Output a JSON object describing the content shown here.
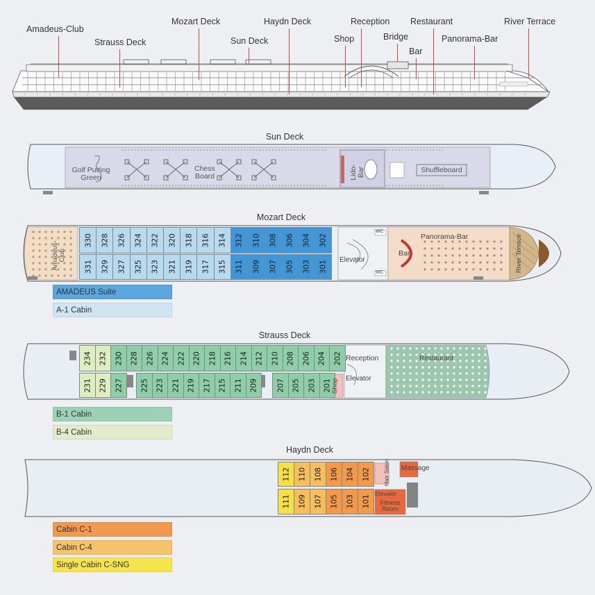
{
  "profile": {
    "callouts": [
      {
        "name": "callout-amadeus-club",
        "label": "Amadeus-Club"
      },
      {
        "name": "callout-strauss-deck",
        "label": "Strauss Deck"
      },
      {
        "name": "callout-mozart-deck",
        "label": "Mozart Deck"
      },
      {
        "name": "callout-sun-deck",
        "label": "Sun Deck"
      },
      {
        "name": "callout-haydn-deck",
        "label": "Haydn Deck"
      },
      {
        "name": "callout-shop",
        "label": "Shop"
      },
      {
        "name": "callout-reception",
        "label": "Reception"
      },
      {
        "name": "callout-bridge",
        "label": "Bridge"
      },
      {
        "name": "callout-bar",
        "label": "Bar"
      },
      {
        "name": "callout-restaurant",
        "label": "Restaurant"
      },
      {
        "name": "callout-panorama-bar",
        "label": "Panorama-Bar"
      },
      {
        "name": "callout-river-terrace",
        "label": "River Terrace"
      }
    ]
  },
  "sun_deck": {
    "title": "Sun Deck",
    "golf": "Golf Putting Green",
    "chess": "Chess Board",
    "lido": "Lido-Bar",
    "shuffle": "Shuffleboard"
  },
  "mozart_deck": {
    "title": "Mozart Deck",
    "club": "Amadeus-Club",
    "top_row": [
      "330",
      "328",
      "326",
      "324",
      "322",
      "320",
      "318",
      "316",
      "314",
      "312",
      "310",
      "308",
      "306",
      "304",
      "302"
    ],
    "bottom_row": [
      "331",
      "329",
      "327",
      "325",
      "323",
      "321",
      "319",
      "317",
      "315",
      "311",
      "309",
      "307",
      "305",
      "303",
      "301"
    ],
    "elevator": "Elevator",
    "bar": "Bar",
    "panorama": "Panorama-Bar",
    "terrace": "River Terrace",
    "wc": "WC"
  },
  "strauss_deck": {
    "title": "Strauss Deck",
    "top_row": [
      "234",
      "232",
      "230",
      "228",
      "226",
      "224",
      "222",
      "220",
      "218",
      "216",
      "214",
      "212",
      "210",
      "208",
      "206",
      "204",
      "202"
    ],
    "bottom_row": [
      "231",
      "229",
      "227",
      "225",
      "223",
      "221",
      "219",
      "217",
      "215",
      "211",
      "209",
      "207",
      "205",
      "203",
      "201"
    ],
    "reception": "Reception",
    "elevator": "Elevator",
    "shop": "Shop",
    "restaurant": "Restaurant"
  },
  "haydn_deck": {
    "title": "Haydn Deck",
    "top_row": [
      "112",
      "110",
      "108",
      "106",
      "104",
      "102"
    ],
    "bottom_row": [
      "111",
      "109",
      "107",
      "105",
      "103",
      "101"
    ],
    "hair": "Hair Salon",
    "massage": "Massage",
    "elevator": "Elevator",
    "fitness": "Fitness Room"
  },
  "legend": {
    "amadeus": "AMADEUS Suite",
    "a1": "A-1 Cabin",
    "b1": "B-1 Cabin",
    "b4": "B-4 Cabin",
    "c1": "Cabin C-1",
    "c4": "Cabin C-4",
    "sng": "Single Cabin C-SNG"
  }
}
